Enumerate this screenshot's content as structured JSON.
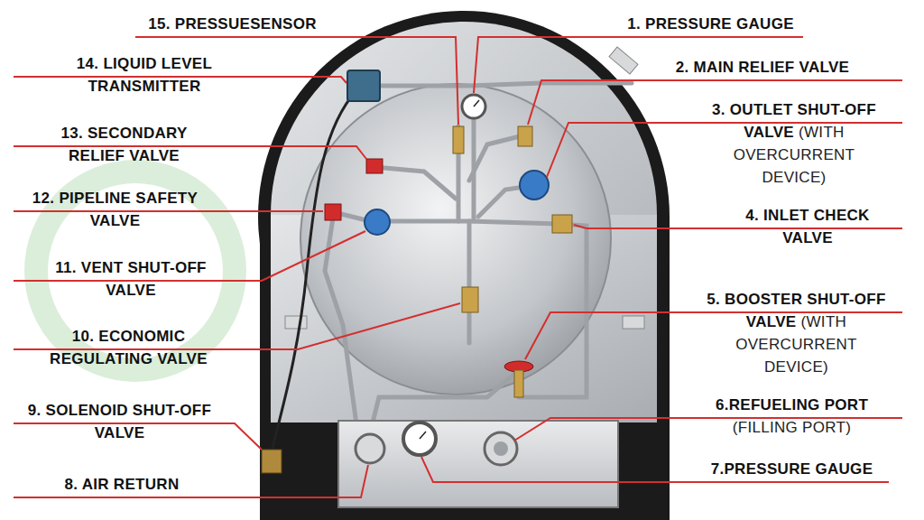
{
  "diagram": {
    "labels": [
      "1. PRESSURE GAUGE",
      "2. MAIN RELIEF VALVE",
      "3. OUTLET SHUT-OFF VALVE",
      "(WITH OVERCURRENT DEVICE)",
      "4. INLET CHECK VALVE",
      "5. BOOSTER SHUT-OFF VALVE",
      "(WITH OVERCURRENT DEVICE)",
      "6.REFUELING PORT",
      "(FILLING PORT)",
      "7.PRESSURE GAUGE",
      "8. AIR RETURN",
      "9. SOLENOID SHUT-OFF VALVE",
      "10. ECONOMIC REGULATING VALVE",
      "11. VENT SHUT-OFF VALVE",
      "12. PIPELINE SAFETY VALVE",
      "13. SECONDARY RELIEF VALVE",
      "14. LIQUID LEVEL TRANSMITTER",
      "15. PRESSUESENSOR"
    ]
  }
}
